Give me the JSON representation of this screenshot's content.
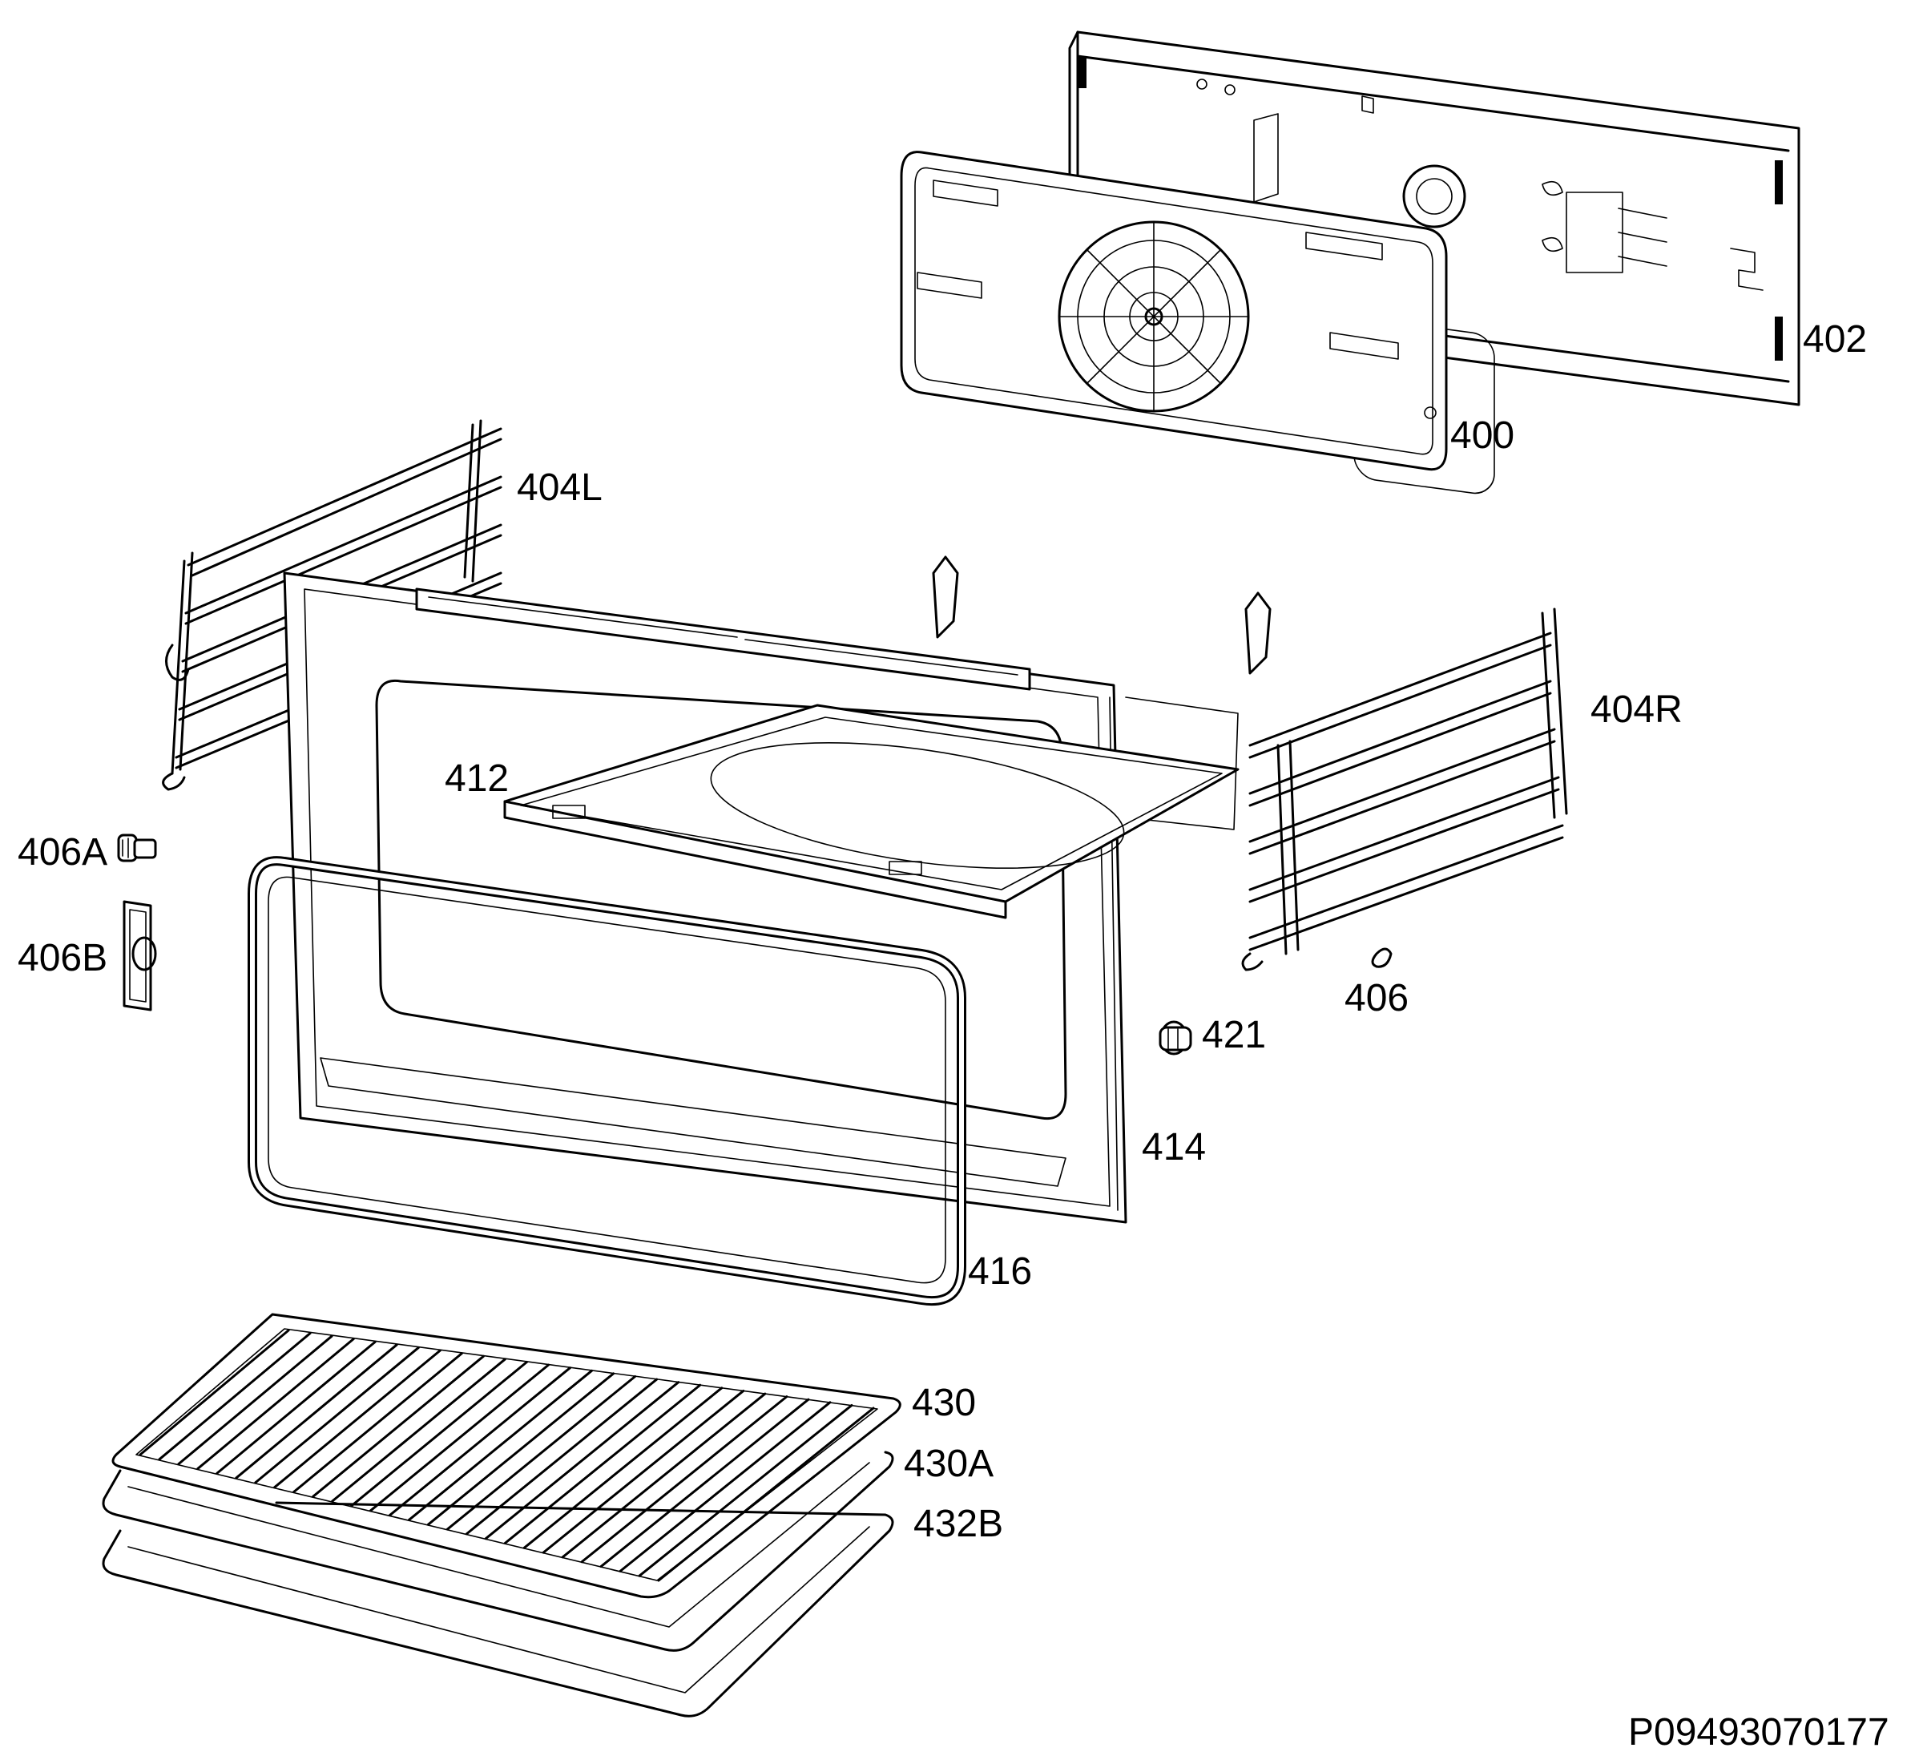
{
  "document_code": "P09493070177",
  "callouts": {
    "c402": "402",
    "c400": "400",
    "c404L": "404L",
    "c404R": "404R",
    "c412": "412",
    "c406A": "406A",
    "c406B": "406B",
    "c406": "406",
    "c421": "421",
    "c414": "414",
    "c416": "416",
    "c430": "430",
    "c430A": "430A",
    "c432B": "432B"
  }
}
